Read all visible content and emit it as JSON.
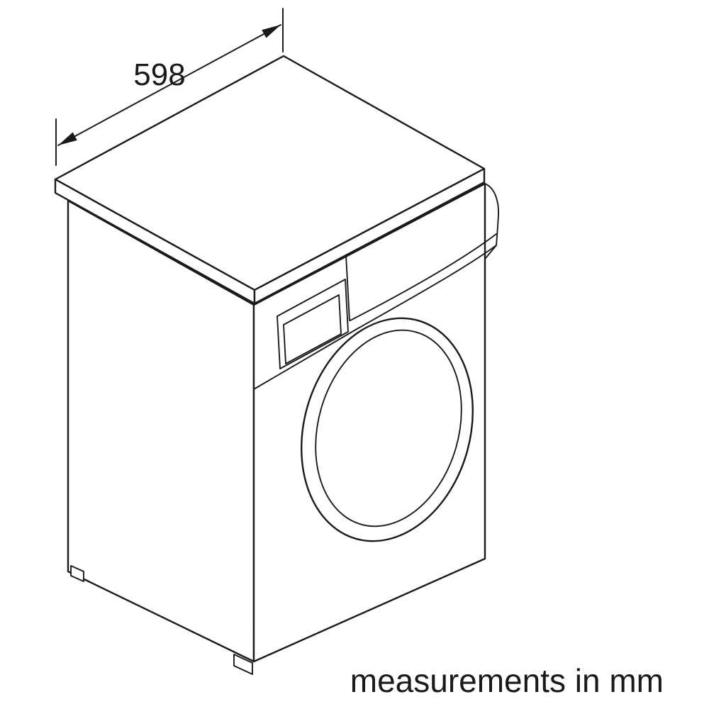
{
  "canvas": {
    "background": "#ffffff",
    "line_color": "#1a1a1a"
  },
  "dimension": {
    "label": "598",
    "measured_edge": "top panel width"
  },
  "caption": {
    "text": "measurements in mm"
  },
  "drawing": {
    "subject": "front-loading washing machine, isometric technical line drawing",
    "parts": [
      "top-panel",
      "left-side-panel",
      "front-panel",
      "control-fascia",
      "detergent-drawer",
      "display-window",
      "door",
      "door-rim",
      "foot-left",
      "foot-front"
    ]
  }
}
